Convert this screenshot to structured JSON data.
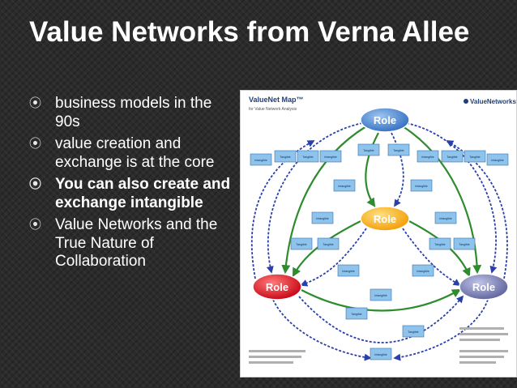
{
  "slide": {
    "title": "Value Networks from Verna Allee",
    "bullets": [
      {
        "text": "business models in the 90s",
        "bold": false
      },
      {
        "text": "value creation and exchange is at the core",
        "bold": false
      },
      {
        "text": "You can also create and exchange intangible",
        "bold": true
      },
      {
        "text": "Value Networks and the True Nature of Collaboration",
        "bold": false
      }
    ],
    "bullet_icon": "circle-bullet-icon"
  },
  "diagram": {
    "title": "ValueNet Map™",
    "subtitle": "for Value Network Analysis",
    "brand": "ValueNetworks.com",
    "role_label": "Role",
    "intangible_label": "Intangible",
    "tangible_label": "Tangible",
    "colors": {
      "role_top": "#3a78c8",
      "role_center": "#f5a300",
      "role_left": "#d8141c",
      "role_right": "#6a6fa8",
      "box": "#8ec4ec",
      "box_border": "#3a6ea8",
      "tangible_arrow": "#2e8b2e",
      "intangible_arrow": "#2b3fa8"
    }
  }
}
